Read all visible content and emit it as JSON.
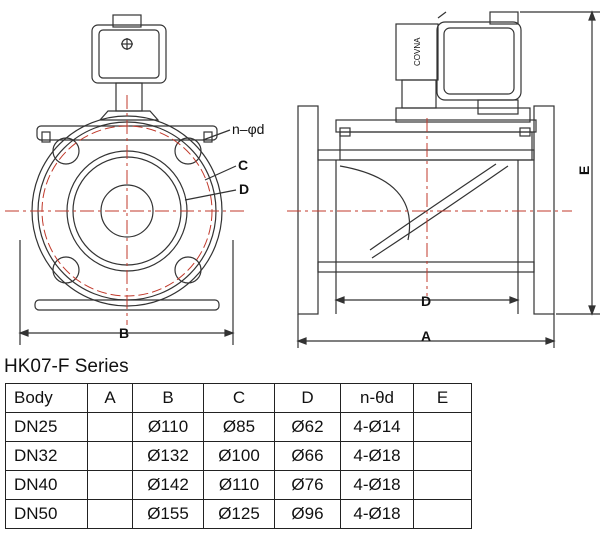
{
  "drawing": {
    "labels": {
      "n_phi_d": "n–φd",
      "c": "C",
      "d_front": "D",
      "b": "B",
      "d_side": "D",
      "a": "A",
      "e": "E",
      "coil_brand": "COVNA"
    }
  },
  "series_title": "HK07-F Series",
  "table": {
    "headers": [
      "Body",
      "A",
      "B",
      "C",
      "D",
      "n-θd",
      "E"
    ],
    "rows": [
      [
        "DN25",
        "",
        "Ø110",
        "Ø85",
        "Ø62",
        "4-Ø14",
        ""
      ],
      [
        "DN32",
        "",
        "Ø132",
        "Ø100",
        "Ø66",
        "4-Ø18",
        ""
      ],
      [
        "DN40",
        "",
        "Ø142",
        "Ø110",
        "Ø76",
        "4-Ø18",
        ""
      ],
      [
        "DN50",
        "",
        "Ø155",
        "Ø125",
        "Ø96",
        "4-Ø18",
        ""
      ]
    ]
  }
}
